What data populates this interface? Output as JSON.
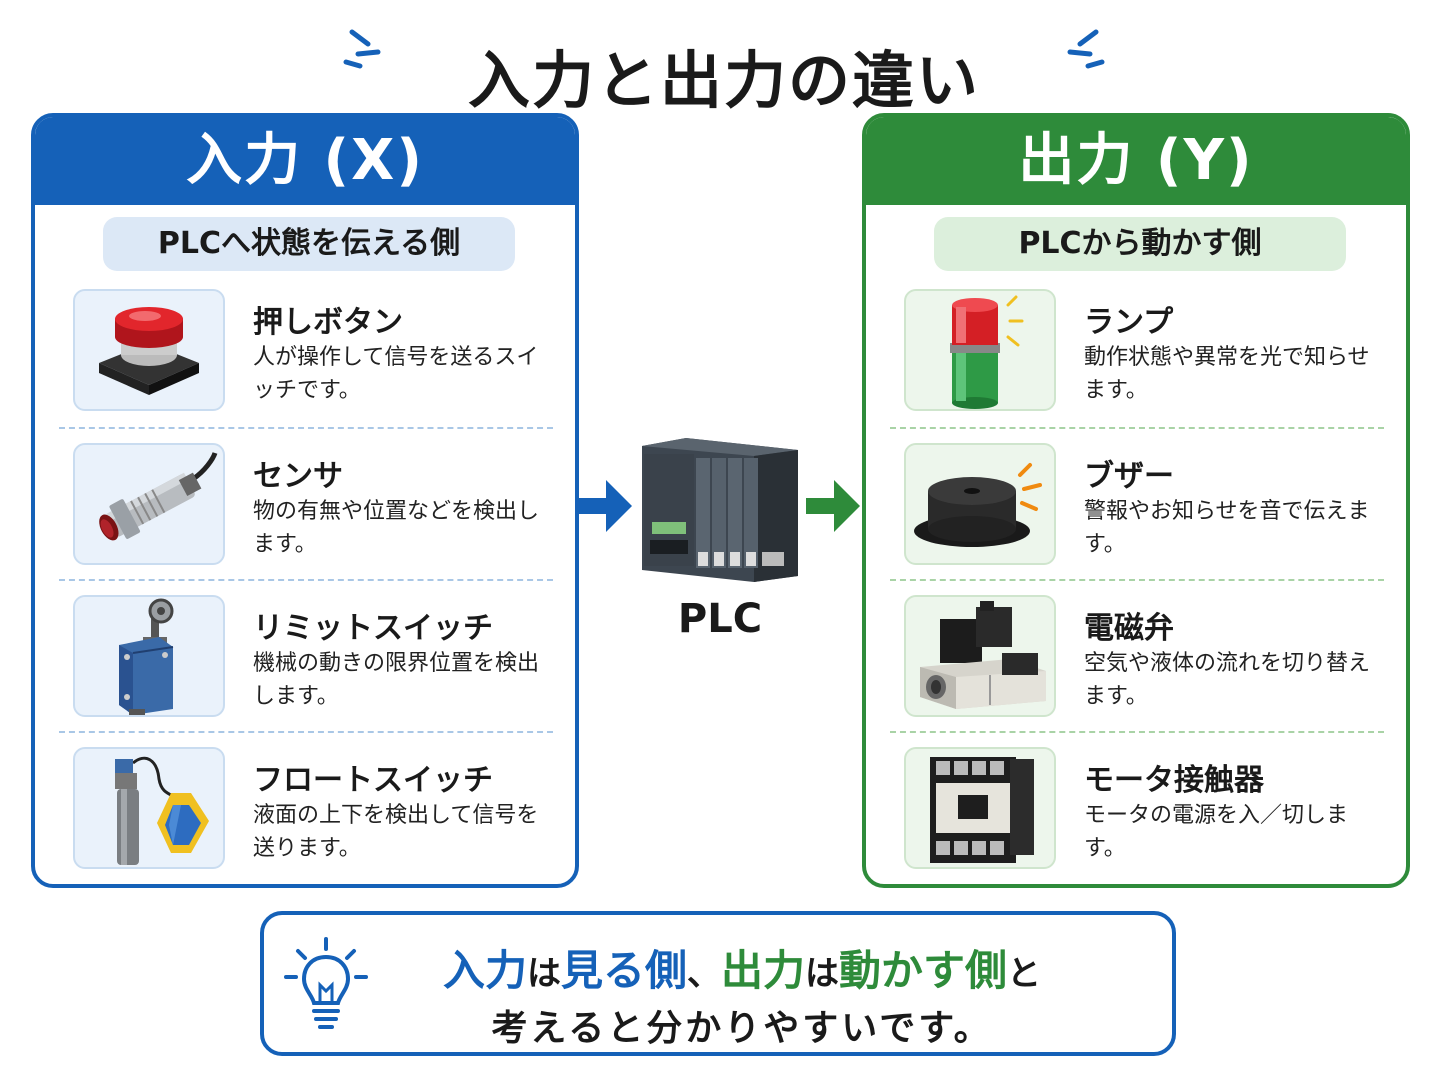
{
  "title": "入力と出力の違い",
  "colors": {
    "input_accent": "#1561b8",
    "output_accent": "#2e8b3a"
  },
  "input": {
    "header": "入力 (X)",
    "subtitle": "PLCへ状態を伝える側",
    "items": [
      {
        "name": "押しボタン",
        "desc": "人が操作して信号を送るスイッチです。",
        "icon": "push-button-icon"
      },
      {
        "name": "センサ",
        "desc": "物の有無や位置などを検出します。",
        "icon": "proximity-sensor-icon"
      },
      {
        "name": "リミットスイッチ",
        "desc": "機械の動きの限界位置を検出します。",
        "icon": "limit-switch-icon"
      },
      {
        "name": "フロートスイッチ",
        "desc": "液面の上下を検出して信号を送ります。",
        "icon": "float-switch-icon"
      }
    ]
  },
  "plc": {
    "label": "PLC",
    "icon": "plc-unit-icon"
  },
  "output": {
    "header": "出力 (Y)",
    "subtitle": "PLCから動かす側",
    "items": [
      {
        "name": "ランプ",
        "desc": "動作状態や異常を光で知らせます。",
        "icon": "signal-lamp-icon"
      },
      {
        "name": "ブザー",
        "desc": "警報やお知らせを音で伝えます。",
        "icon": "buzzer-icon"
      },
      {
        "name": "電磁弁",
        "desc": "空気や液体の流れを切り替えます。",
        "icon": "solenoid-valve-icon"
      },
      {
        "name": "モータ接触器",
        "desc": "モータの電源を入／切します。",
        "icon": "contactor-icon"
      }
    ]
  },
  "summary": {
    "icon": "light-bulb-icon",
    "line1": {
      "part1": "入力",
      "part2": "は",
      "part3": "見る側",
      "part4": "、",
      "part5": "出力",
      "part6": "は",
      "part7": "動かす側",
      "part8": "と"
    },
    "line2": "考えると分かりやすいです。"
  }
}
